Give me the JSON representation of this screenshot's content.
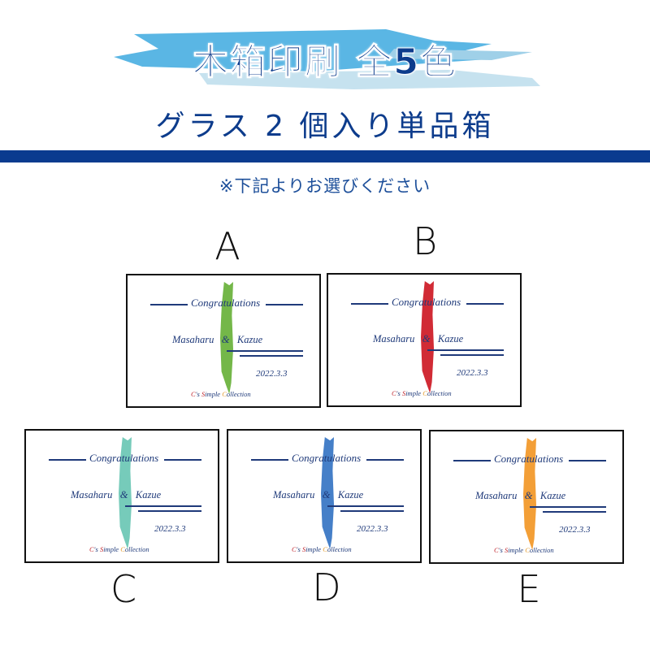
{
  "header": {
    "title": "木箱印刷 全5色",
    "subtitle": "グラス 2 個入り単品箱",
    "note": "※下記よりお選びください"
  },
  "card_text": {
    "heading": "Congratulations",
    "name1": "Masaharu",
    "amp": "&",
    "name2": "Kazue",
    "date": "2022.3.3",
    "brand_c": "C",
    "brand_c_rest": "'s ",
    "brand_s": "S",
    "brand_s_rest": "imple ",
    "brand_col": "C",
    "brand_col_rest": "ollection"
  },
  "options": [
    {
      "label": "A",
      "color": "#6db33f"
    },
    {
      "label": "B",
      "color": "#cf202a"
    },
    {
      "label": "C",
      "color": "#6fc8b6"
    },
    {
      "label": "D",
      "color": "#3b78c5"
    },
    {
      "label": "E",
      "color": "#f29a2c"
    }
  ]
}
